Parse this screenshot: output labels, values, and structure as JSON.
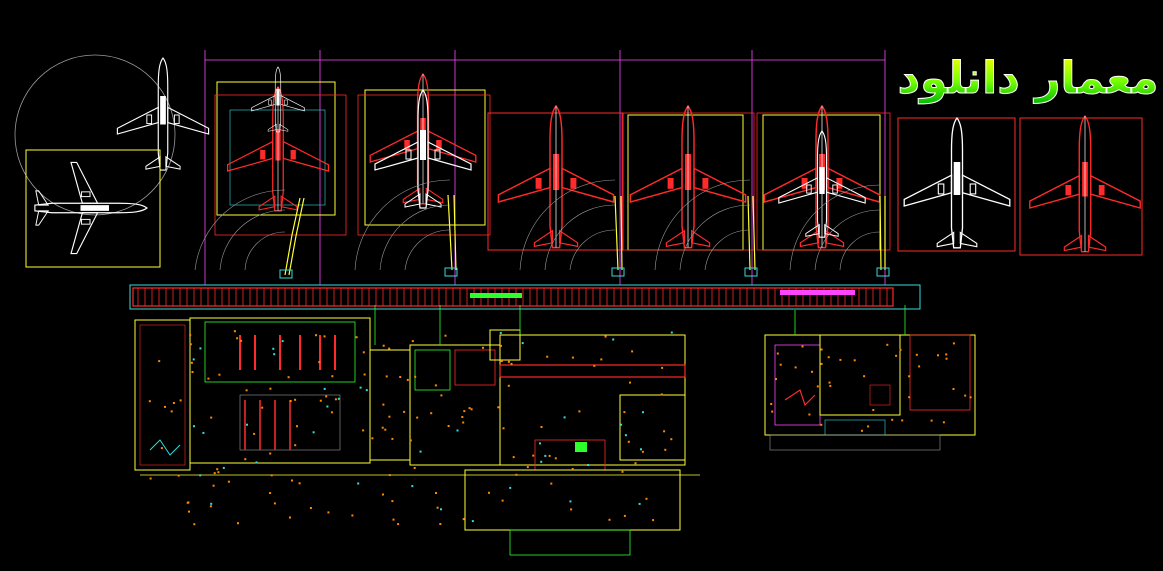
{
  "drawing": {
    "background": "#000000",
    "colors": {
      "red": "#ff2a2a",
      "yellow": "#ffff33",
      "white": "#ffffff",
      "green": "#2dff2d",
      "cyan": "#33dddd",
      "magenta": "#ff44ff",
      "blue": "#3366ff",
      "gray": "#9a9a9a"
    },
    "logo": {
      "text": "معمار دانلود",
      "gradient": [
        "#ffff00",
        "#66ff00",
        "#00cc00"
      ],
      "outline": "#ffffff"
    },
    "aircraft": [
      {
        "id": "plane-1",
        "style": "white"
      },
      {
        "id": "plane-2",
        "style": "white"
      },
      {
        "id": "plane-3",
        "style": "red"
      },
      {
        "id": "plane-4",
        "style": "red"
      },
      {
        "id": "plane-5",
        "style": "red"
      },
      {
        "id": "plane-6",
        "style": "red"
      },
      {
        "id": "plane-7",
        "style": "red"
      },
      {
        "id": "plane-8",
        "style": "white"
      },
      {
        "id": "plane-9",
        "style": "red"
      }
    ]
  }
}
